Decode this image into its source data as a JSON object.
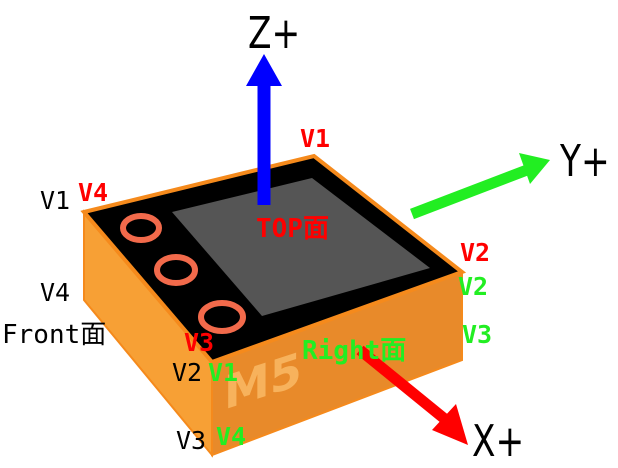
{
  "diagram": {
    "axes": {
      "z": {
        "label": "Z+",
        "color": "#0000ff"
      },
      "y": {
        "label": "Y+",
        "color": "#22ee22"
      },
      "x": {
        "label": "X+",
        "color": "#ff0000"
      }
    },
    "device": {
      "brand_text": "M5",
      "body_color": "#f7a035",
      "top_color": "#000000",
      "screen_color": "#555555",
      "ring_color": "#f26a4b"
    },
    "faces": {
      "top": "TOP面",
      "front": "Front面",
      "right": "Right面"
    },
    "vertex_labels": {
      "top_v1": "V1",
      "top_v2": "V2",
      "top_v3": "V3",
      "top_v4": "V4",
      "front_v1": "V1",
      "front_v2": "V2",
      "front_v3": "V3",
      "front_v4": "V4",
      "right_v1": "V1",
      "right_v2": "V2",
      "right_v3": "V3",
      "right_v4": "V4"
    },
    "colors": {
      "top_labels": "#ff0000",
      "front_labels": "#000000",
      "right_labels": "#22ee22"
    }
  }
}
